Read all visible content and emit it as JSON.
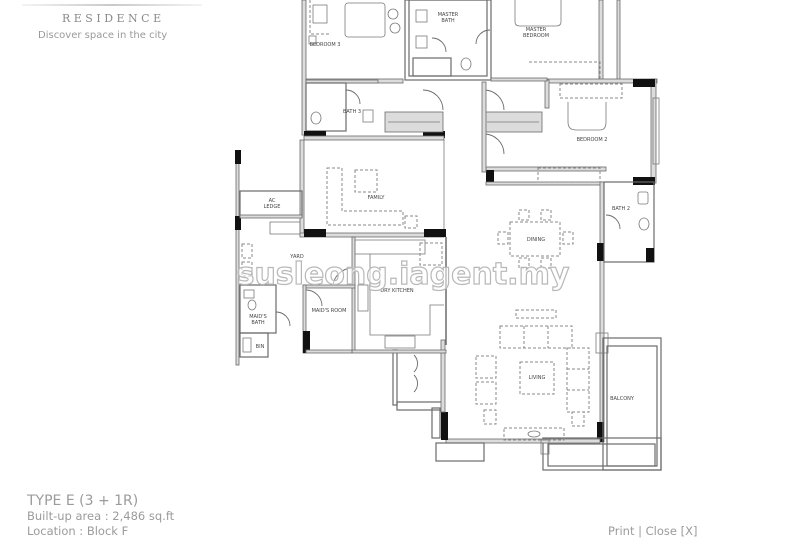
{
  "brand": {
    "name": "RESIDENCE",
    "tagline": "Discover space in the city"
  },
  "floor_plan": {
    "watermark": "susleong.iagent.my",
    "rooms": {
      "bedroom3": "BEDROOM 3",
      "master_bath_1": "MASTER",
      "master_bath_2": "BATH",
      "master_bedroom_1": "MASTER",
      "master_bedroom_2": "BEDROOM",
      "bath3": "BATH 3",
      "bedroom2": "BEDROOM 2",
      "ac_ledge_1": "AC",
      "ac_ledge_2": "LEDGE",
      "family": "FAMILY",
      "bath2": "BATH 2",
      "dining": "DINING",
      "yard": "YARD",
      "dry_kitchen": "DRY KITCHEN",
      "maids_bath_1": "MAID'S",
      "maids_bath_2": "BATH",
      "maids_room": "MAID'S ROOM",
      "bin": "BIN",
      "living": "LIVING",
      "balcony": "BALCONY"
    }
  },
  "unit_info": {
    "type": "TYPE E (3 + 1R)",
    "built_up_area": "Built-up area : 2,486 sq.ft",
    "location": "Location : Block F"
  },
  "actions": {
    "print": "Print",
    "separator": "|",
    "close": "Close [X]"
  },
  "colors": {
    "text_muted": "#9b9b9b",
    "wall": "#555555",
    "wall_fill": "#d6d6d6",
    "column": "#111111",
    "furniture": "#8c8c8c"
  }
}
